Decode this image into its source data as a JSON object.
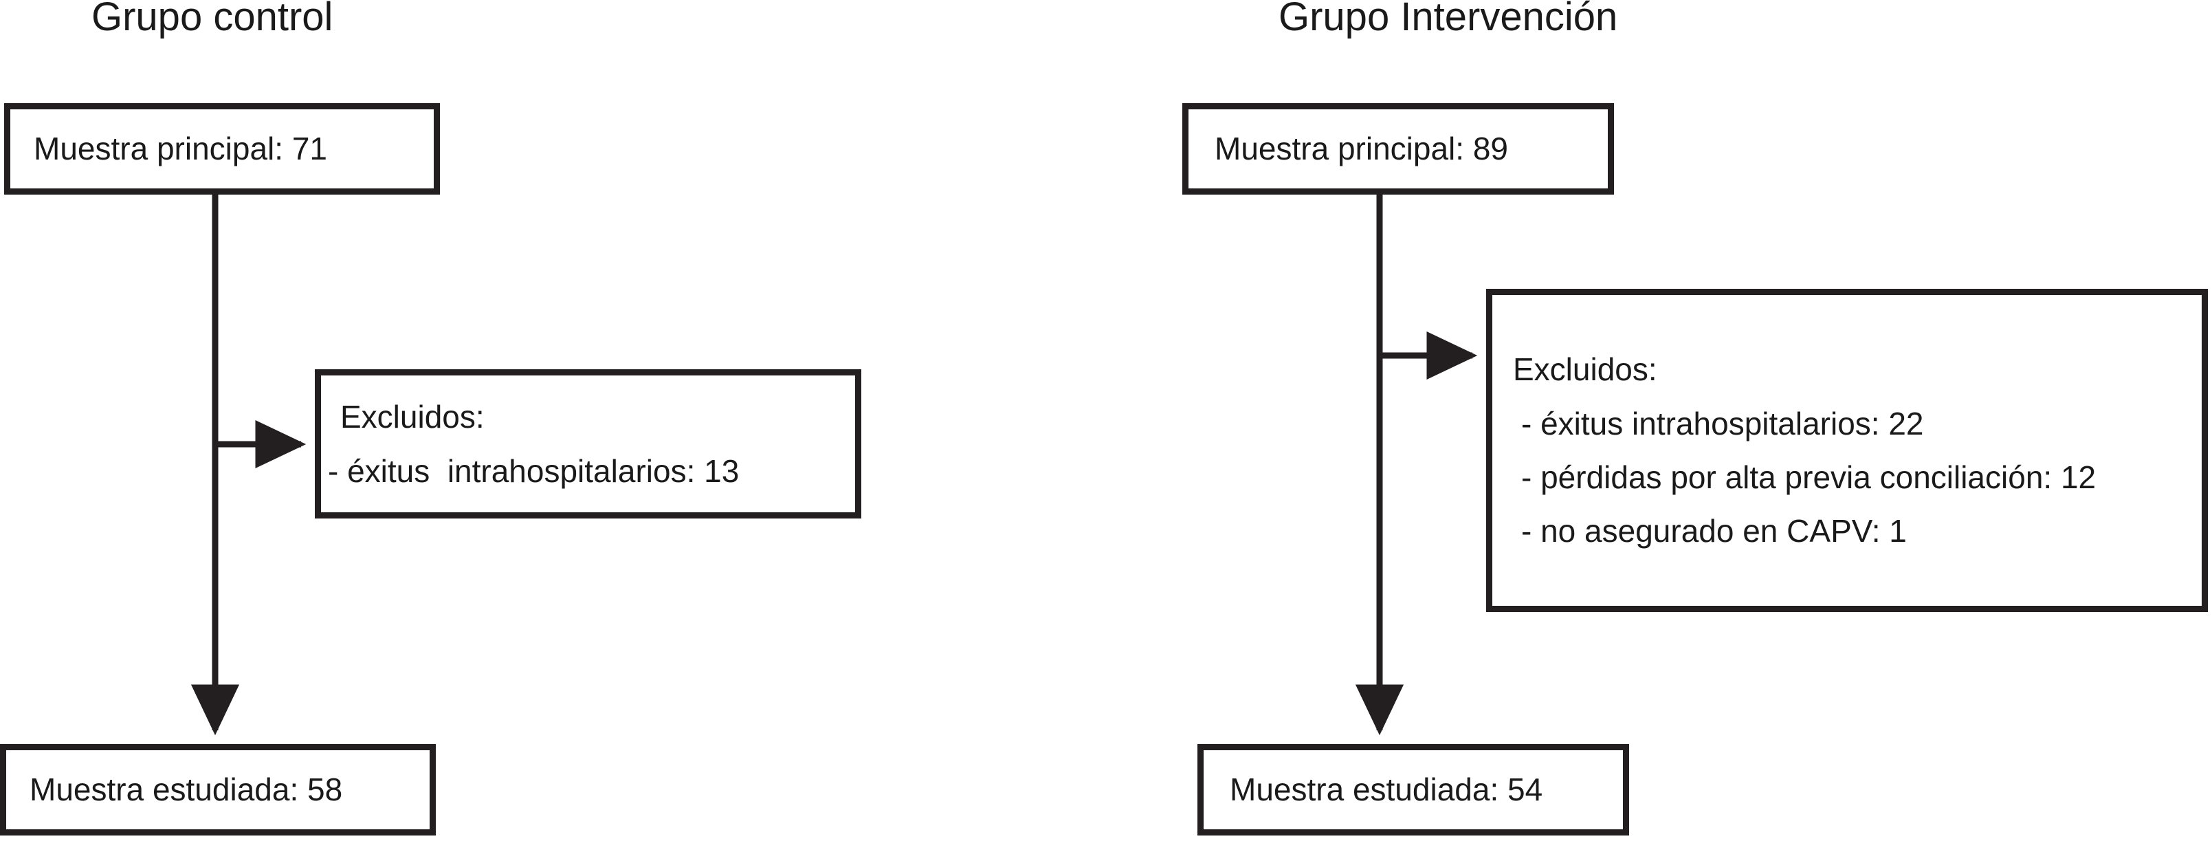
{
  "figure": {
    "type": "flowchart",
    "description": "Two-arm study participant flow diagram",
    "colors": {
      "stroke": "#231f20",
      "text": "#1a1a1a",
      "background": "#ffffff"
    }
  },
  "groups": [
    {
      "id": "control",
      "title": "Grupo control",
      "main": {
        "label": "Muestra principal: 71",
        "value": 71
      },
      "excluded": {
        "heading": "Excluidos:",
        "items": [
          {
            "label": "- éxitus  intrahospitalarios: 13",
            "value": 13
          }
        ]
      },
      "studied": {
        "label": "Muestra estudiada: 58",
        "value": 58
      }
    },
    {
      "id": "intervencion",
      "title": "Grupo Intervención",
      "main": {
        "label": "Muestra principal: 89",
        "value": 89
      },
      "excluded": {
        "heading": "Excluidos:",
        "items": [
          {
            "label": "- éxitus intrahospitalarios: 22",
            "value": 22
          },
          {
            "label": "- pérdidas por alta previa conciliación: 12",
            "value": 12
          },
          {
            "label": "- no asegurado en CAPV: 1",
            "value": 1
          }
        ]
      },
      "studied": {
        "label": "Muestra estudiada: 54",
        "value": 54
      }
    }
  ]
}
